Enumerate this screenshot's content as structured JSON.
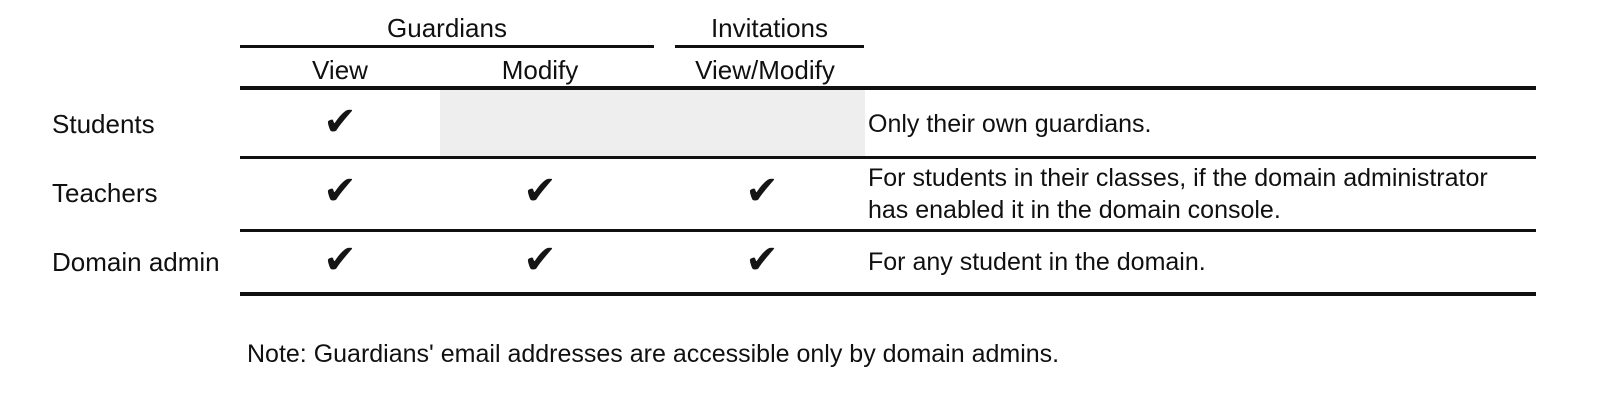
{
  "table": {
    "name": "guardian-permissions",
    "groups": [
      {
        "id": "guardians",
        "label": "Guardians"
      },
      {
        "id": "invitations",
        "label": "Invitations"
      }
    ],
    "columns": [
      {
        "id": "guardians-view",
        "label": "View",
        "group": "Guardians"
      },
      {
        "id": "guardians-modify",
        "label": "Modify",
        "group": "Guardians"
      },
      {
        "id": "invitations-view-modify",
        "label": "View/Modify",
        "group": "Invitations"
      }
    ],
    "check_glyph": "✔",
    "rows": [
      {
        "id": "students",
        "label": "Students",
        "cells": [
          {
            "column": "guardians-view",
            "value": "✔",
            "state": "allowed"
          },
          {
            "column": "guardians-modify",
            "value": "",
            "state": "not-applicable"
          },
          {
            "column": "invitations-view-modify",
            "value": "",
            "state": "not-applicable"
          }
        ],
        "note_lines": [
          "Only their own guardians."
        ]
      },
      {
        "id": "teachers",
        "label": "Teachers",
        "cells": [
          {
            "column": "guardians-view",
            "value": "✔",
            "state": "allowed"
          },
          {
            "column": "guardians-modify",
            "value": "✔",
            "state": "allowed"
          },
          {
            "column": "invitations-view-modify",
            "value": "✔",
            "state": "allowed"
          }
        ],
        "note_lines": [
          "For students in their classes, if the domain administrator",
          "has enabled it in the domain console."
        ]
      },
      {
        "id": "domain-admin",
        "label": "Domain admin",
        "cells": [
          {
            "column": "guardians-view",
            "value": "✔",
            "state": "allowed"
          },
          {
            "column": "guardians-modify",
            "value": "✔",
            "state": "allowed"
          },
          {
            "column": "invitations-view-modify",
            "value": "✔",
            "state": "allowed"
          }
        ],
        "note_lines": [
          "For any student in the domain."
        ]
      }
    ]
  },
  "footnote": {
    "text": "Note: Guardians' email addresses are accessible only by domain admins."
  },
  "colors": {
    "background": "#ffffff",
    "text": "#101010",
    "rule": "#101010",
    "shaded_cell": "#eeeeee",
    "check": "#151515"
  }
}
